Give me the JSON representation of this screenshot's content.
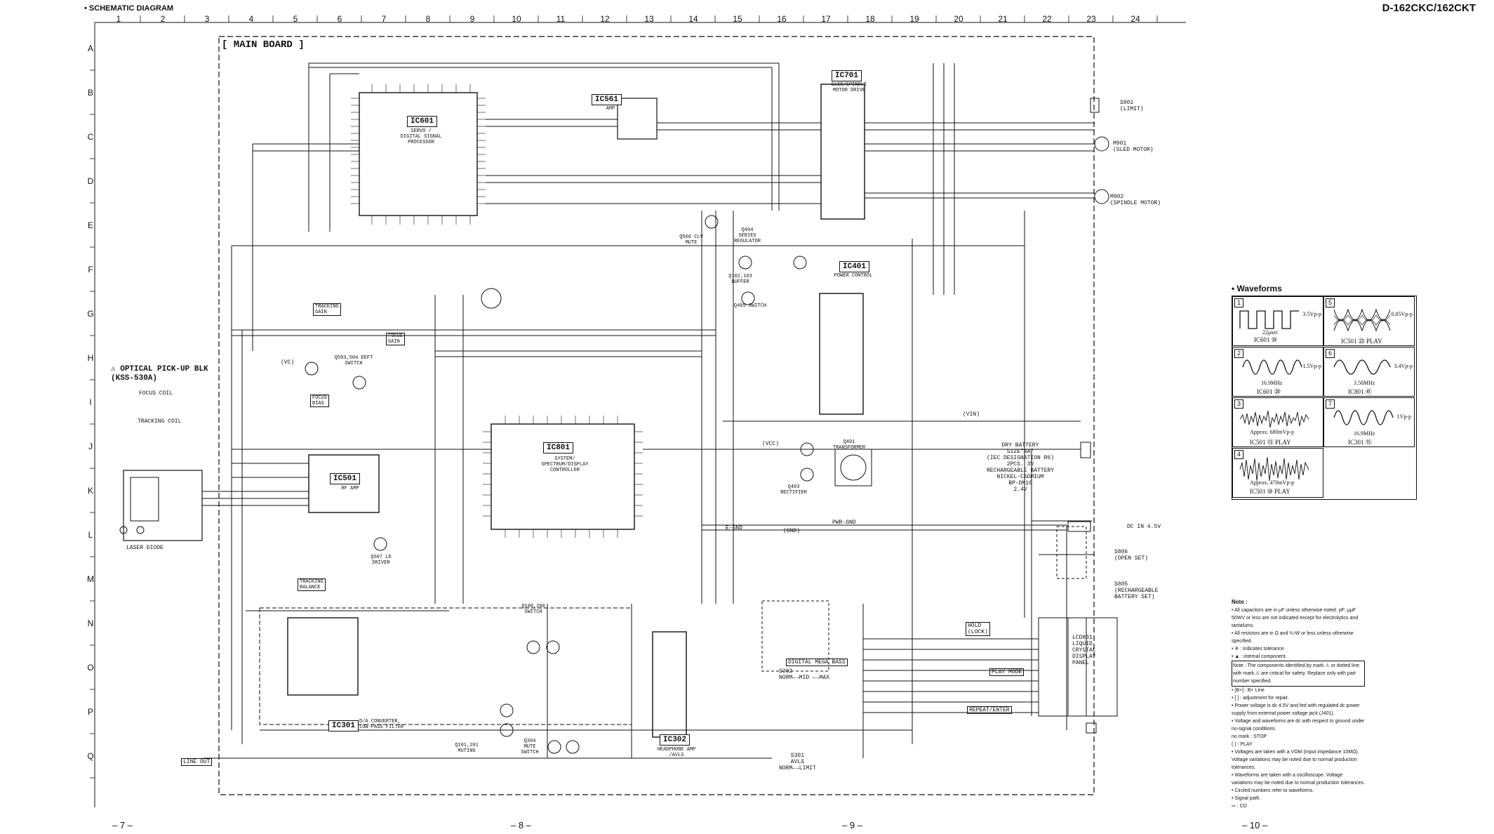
{
  "header": {
    "left": "• SCHEMATIC DIAGRAM",
    "right": "D-162CKC/162CKT"
  },
  "grid": {
    "columns": [
      "1",
      "2",
      "3",
      "4",
      "5",
      "6",
      "7",
      "8",
      "9",
      "10",
      "11",
      "12",
      "13",
      "14",
      "15",
      "16",
      "17",
      "18",
      "19",
      "20",
      "21",
      "22",
      "23",
      "24"
    ],
    "rows": [
      "A",
      "B",
      "C",
      "D",
      "E",
      "F",
      "G",
      "H",
      "I",
      "J",
      "K",
      "L",
      "M",
      "N",
      "O",
      "P",
      "Q"
    ]
  },
  "board": {
    "title": "[ MAIN BOARD ]"
  },
  "ics": [
    {
      "id": "IC601",
      "desc": "SERVO /\nDIGITAL SIGNAL\nPROCESSOR"
    },
    {
      "id": "IC561",
      "desc": "AMP"
    },
    {
      "id": "IC701",
      "desc": "SLED/SPINDLE\nMOTOR DRIVE"
    },
    {
      "id": "IC401",
      "desc": "POWER CONTROL"
    },
    {
      "id": "IC801",
      "desc": "SYSTEM/\nSPECTRUM/DISPLAY\nCONTROLLER"
    },
    {
      "id": "IC501",
      "desc": "RF AMP"
    },
    {
      "id": "IC301",
      "desc": "D/A CONVERTER,\nLOW-PASS FILTER"
    },
    {
      "id": "IC302",
      "desc": "HEADPHONE AMP\n/AVLS"
    }
  ],
  "transistors": [
    {
      "id": "Q404",
      "desc": "SERIES\nREGULATOR"
    },
    {
      "id": "Q566",
      "desc": "CLV MUTE"
    },
    {
      "id": "Q102,103",
      "desc": "BUFFER"
    },
    {
      "id": "Q405",
      "desc": "SWITCH"
    },
    {
      "id": "Q503,504",
      "desc": "EEFT SWITCH"
    },
    {
      "id": "Q507",
      "desc": "LD DRIVER"
    },
    {
      "id": "Q401",
      "desc": "TRANSFORMER"
    },
    {
      "id": "Q403",
      "desc": "RECTIFIER"
    },
    {
      "id": "Q100,200",
      "desc": "SWITCH"
    },
    {
      "id": "Q101,201",
      "desc": "MUTING"
    },
    {
      "id": "Q304",
      "desc": "MUTE\nSWITCH"
    }
  ],
  "pickup": {
    "title": "⚠ OPTICAL PICK-UP BLK\n(KSS-530A)",
    "focus_coil": "FOCUS COIL",
    "tracking_coil": "TRACKING COIL",
    "laser": "LASER DIODE"
  },
  "motors": [
    {
      "id": "S901",
      "desc": "(LIMIT)"
    },
    {
      "id": "M901",
      "desc": "(SLED MOTOR)"
    },
    {
      "id": "M902",
      "desc": "(SPINDLE MOTOR)"
    }
  ],
  "battery": {
    "text": "DRY BATTERY\nSIZE\"AA\"\n(IEC DESIGNATION R6)\n2PCS. 3V\nRECHARGEABLE BATTERY\nNICKEL-CADMIUM\nBP-DM10\n2.4V"
  },
  "labels": {
    "dc_in": "DC IN 4.5V",
    "s806": "S806\n(OPEN SET)",
    "s805": "S805\n(RECHARGEABLE\nBATTERY SET)",
    "lcd": "LCD801\nLIQUID\nCRYSTAL\nDISPLAY\nPANEL",
    "line_out": "LINE OUT",
    "s301": "S301\nAVLS\nNORM←→LIMIT",
    "digital_mega_bass": "DIGITAL MEGA BASS",
    "s302": "S302\nNORM←→MID ←→MAX",
    "hold": "HOLD\n(LOCK)",
    "play_mode": "PLAY MODE",
    "repeat_enter": "REPEAT/ENTER",
    "tracking_gain": "TRACKING\nGAIN",
    "tracking_balance": "TRACKING\nBALANCE",
    "focus_bias": "FOCUS\nBIAS",
    "focus_gain": "FOCUS\nGAIN",
    "pwr_gnd": "PWR-GND",
    "e_gnd": "E-GND",
    "vcc": "(VCC)",
    "vin": "(VIN)",
    "gnd": "(GND)",
    "vc": "(VC)"
  },
  "waveforms": {
    "title": "• Waveforms",
    "items": [
      {
        "n": "1",
        "value": "3.5Vp-p",
        "freq": "22μsec",
        "ref": "IC601 ⑩"
      },
      {
        "n": "5",
        "value": "0.85Vp-p",
        "freq": "",
        "ref": "IC501 ㉓ PLAY"
      },
      {
        "n": "2",
        "value": "1.5Vp-p",
        "freq": "16.9MHz",
        "ref": "IC601 ⑳"
      },
      {
        "n": "6",
        "value": "3.4Vp-p",
        "freq": "3.58MHz",
        "ref": "IC801 ㊶"
      },
      {
        "n": "3",
        "value": "Approx. 680mVp-p",
        "freq": "",
        "ref": "IC501 ⑬ PLAY"
      },
      {
        "n": "7",
        "value": "1Vp-p",
        "freq": "16.9MHz",
        "ref": "IC301 ⑮"
      },
      {
        "n": "4",
        "value": "Approx. 470mVp-p",
        "freq": "",
        "ref": "IC501 ⑩ PLAY"
      }
    ]
  },
  "notes": {
    "title": "Note :",
    "lines": [
      "• All capacitors are in μF unless otherwise noted. pF: μμF",
      "50WV or less are not indicated except for electrolytics and tantalums.",
      "• All resistors are in Ω and ¼-W or less unless otherwise specified.",
      "• ※ : indicates tolerance.",
      "• ▲ : internal component.",
      "Note : The components identified by mark ⚠ or dotted line with mark ⚠ are critical for safety. Replace only with part number specified.",
      "• [B+] : B+ Line",
      "• [ ] : adjustment for repair.",
      "• Power voltage is dc 4.5V and fed with regulated dc power supply from external power voltage jack (J401).",
      "• Voltage and waveforms are dc with respect to ground under no-signal conditions.",
      "no mark : STOP",
      "( ) : PLAY",
      "• Voltages are taken with a VOM (Input impedance 10MΩ). Voltage variations may be noted due to normal production tolerances.",
      "• Waveforms are taken with a oscilloscope. Voltage variations may be noted due to normal production tolerances.",
      "• Circled numbers refer to waveforms.",
      "• Signal path.",
      "⇨ : CD"
    ]
  },
  "page_numbers": [
    "– 7 –",
    "– 8 –",
    "– 9 –",
    "– 10 –"
  ]
}
